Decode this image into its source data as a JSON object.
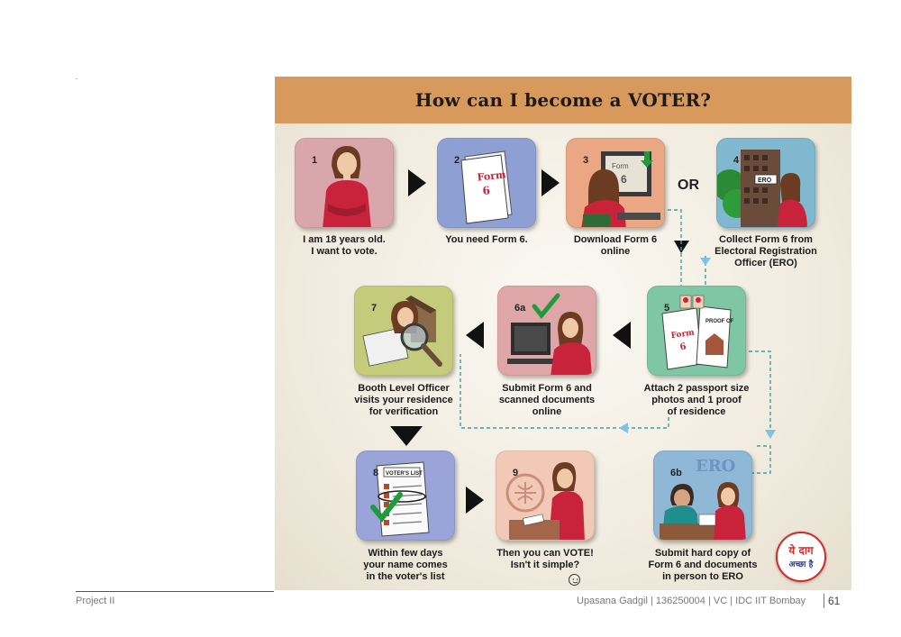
{
  "poster": {
    "title": "How can I become a VOTER?",
    "or_label": "OR",
    "steps": [
      {
        "num": "1",
        "lines": [
          "I am 18 years old.",
          "I want to vote."
        ]
      },
      {
        "num": "2",
        "lines": [
          "You need Form 6."
        ]
      },
      {
        "num": "3",
        "lines": [
          "Download Form 6",
          "online"
        ]
      },
      {
        "num": "4",
        "lines": [
          "Collect Form 6 from",
          "Electoral Registration",
          "Officer (ERO)"
        ]
      },
      {
        "num": "5",
        "lines": [
          "Attach 2 passport size",
          "photos and  1 proof",
          "of residence"
        ]
      },
      {
        "num": "6a",
        "lines": [
          "Submit Form 6 and",
          "scanned documents",
          "online"
        ]
      },
      {
        "num": "7",
        "lines": [
          "Booth Level  Officer",
          "visits your residence",
          "for verification"
        ]
      },
      {
        "num": "8",
        "lines": [
          "Within few days",
          "your name comes",
          "in the voter's list"
        ]
      },
      {
        "num": "9",
        "lines": [
          "Then you can VOTE!",
          "Isn't it simple?"
        ]
      },
      {
        "num": "6b",
        "lines": [
          "Submit hard copy of",
          "Form 6 and documents",
          "in person to ERO"
        ]
      }
    ],
    "art_text": {
      "form_word": "Form",
      "form_number": "6",
      "ero_sign": "ERO",
      "proof_of": "PROOF OF",
      "voters_list": "VOTER'S LIST"
    },
    "stamp": {
      "line1": "ये दाग",
      "line2": "अच्छा है"
    }
  },
  "footer": {
    "left": "Project II",
    "right": "Upasana Gadgil  | 136250004  |  VC  |  IDC IIT Bombay",
    "page": "61"
  },
  "colors": {
    "title_band": "#d79a5c",
    "shirt": "#c8233a",
    "hair": "#6b3b22",
    "arrow": "#111111",
    "dashed": "#3aa3a0",
    "check": "#1f9a3c"
  }
}
